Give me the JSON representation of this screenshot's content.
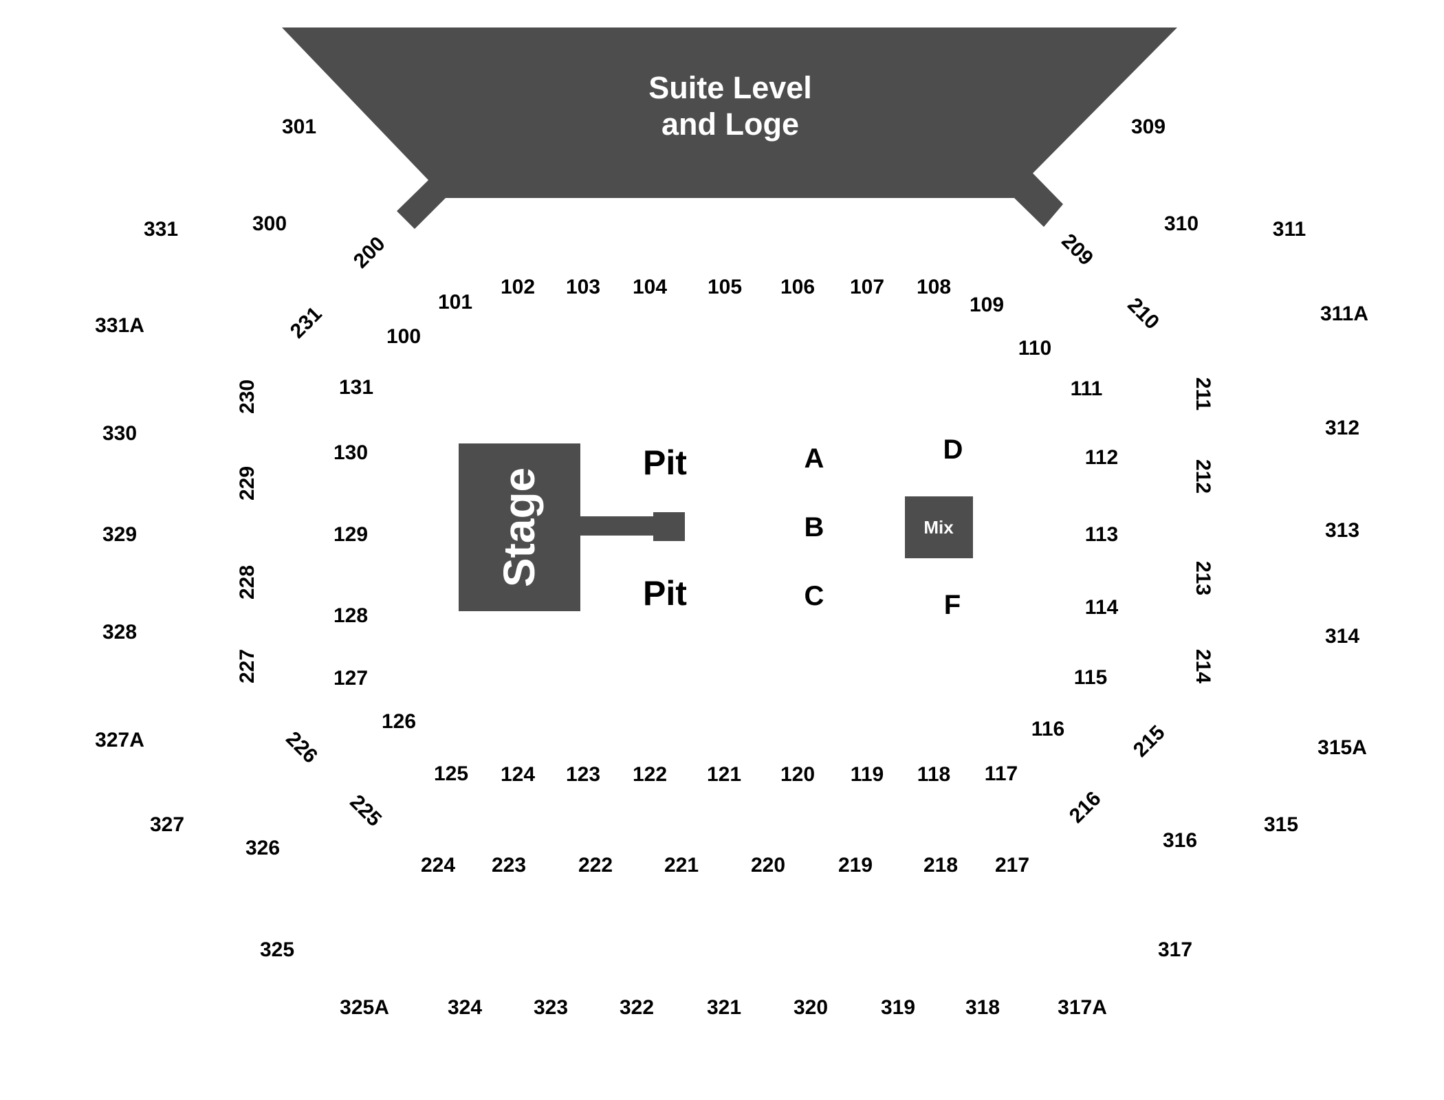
{
  "venue_areas": {
    "suite_level_line1": "Suite Level",
    "suite_level_line2": "and Loge",
    "stage": "Stage",
    "mix": "Mix",
    "pit_upper": "Pit",
    "pit_lower": "Pit",
    "floor_a": "A",
    "floor_b": "B",
    "floor_c": "C",
    "floor_d": "D",
    "floor_f": "F"
  },
  "sections_100": [
    "100",
    "101",
    "102",
    "103",
    "104",
    "105",
    "106",
    "107",
    "108",
    "109",
    "110",
    "111",
    "112",
    "113",
    "114",
    "115",
    "116",
    "117",
    "118",
    "119",
    "120",
    "121",
    "122",
    "123",
    "124",
    "125",
    "126",
    "127",
    "128",
    "129",
    "130",
    "131"
  ],
  "sections_200": [
    "200",
    "209",
    "210",
    "211",
    "212",
    "213",
    "214",
    "215",
    "216",
    "217",
    "218",
    "219",
    "220",
    "221",
    "222",
    "223",
    "224",
    "225",
    "226",
    "227",
    "228",
    "229",
    "230",
    "231"
  ],
  "sections_300": [
    "300",
    "301",
    "309",
    "310",
    "311",
    "311A",
    "312",
    "313",
    "314",
    "315A",
    "315",
    "316",
    "317",
    "317A",
    "318",
    "319",
    "320",
    "321",
    "322",
    "323",
    "324",
    "325A",
    "325",
    "326",
    "327",
    "327A",
    "328",
    "329",
    "330",
    "331A",
    "331"
  ],
  "colors": {
    "venue_shape": "#4d4d4d",
    "shape_text": "#ffffff",
    "section_text": "#000000",
    "background": "#ffffff"
  }
}
